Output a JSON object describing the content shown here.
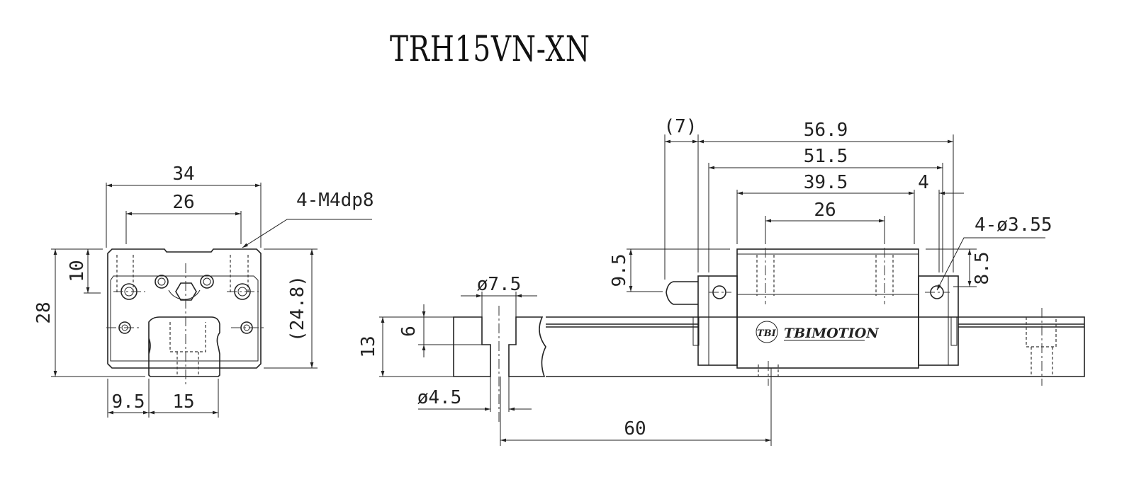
{
  "title": "TRH15VN-XN",
  "front_view": {
    "width_total": "34",
    "hole_pitch": "26",
    "thread_callout": "4-M4dp8",
    "height_total": "28",
    "hole_depth_offset": "10",
    "block_height": "(24.8)",
    "side_offset": "9.5",
    "rail_width": "15"
  },
  "rail_section": {
    "counterbore_dia": "ø7.5",
    "counterbore_depth": "6",
    "rail_height": "13",
    "hole_dia": "ø4.5",
    "hole_pitch": "60"
  },
  "side_view": {
    "nipple_length": "(7)",
    "overall_length": "56.9",
    "length_without_nipple": "51.5",
    "body_length": "39.5",
    "end_seal": "4",
    "hole_pitch": "26",
    "hole_callout": "4-ø3.55",
    "nipple_height": "9.5",
    "hole_height": "8.5",
    "logo_badge": "TBI",
    "logo_text": "TBIMOTION"
  }
}
